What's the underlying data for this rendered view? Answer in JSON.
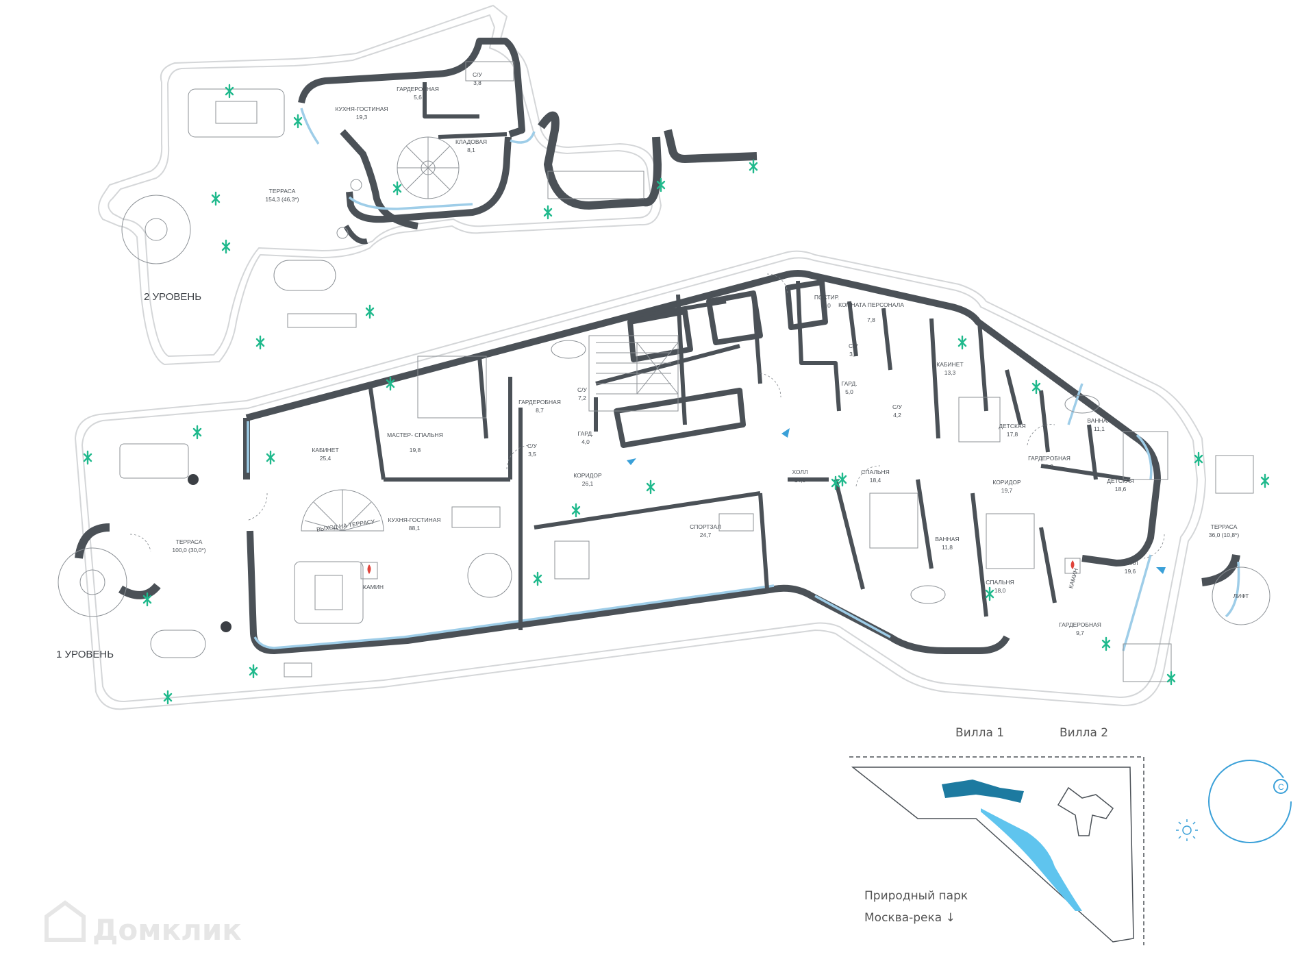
{
  "levels": {
    "level2": "2 УРОВЕНЬ",
    "level1": "1 УРОВЕНЬ"
  },
  "rooms_level2": [
    {
      "id": "kuhnya2",
      "name": "КУХНЯ-ГОСТИНАЯ",
      "area": "19,3"
    },
    {
      "id": "garderob2",
      "name": "ГАРДЕРОБНАЯ",
      "area": "5,6"
    },
    {
      "id": "su2",
      "name": "С/У",
      "area": "3,8"
    },
    {
      "id": "kladovaya2",
      "name": "КЛАДОВАЯ",
      "area": "8,1"
    },
    {
      "id": "terrasa2",
      "name": "ТЕРРАСА",
      "area": "154,3 (46,3*)"
    }
  ],
  "rooms_level1": [
    {
      "id": "terrasa1",
      "name": "ТЕРРАСА",
      "area": "100,0 (30,0*)"
    },
    {
      "id": "kabinet1",
      "name": "КАБИНЕТ",
      "area": "25,4"
    },
    {
      "id": "master",
      "name": "МАСТЕР-\nСПАЛЬНЯ",
      "area": "19,8"
    },
    {
      "id": "garderob_m",
      "name": "ГАРДЕРОБНАЯ",
      "area": "8,7"
    },
    {
      "id": "su_m",
      "name": "С/У",
      "area": "7,2"
    },
    {
      "id": "gard_s",
      "name": "ГАРД.",
      "area": "4,0"
    },
    {
      "id": "su_s",
      "name": "С/У",
      "area": "3,5"
    },
    {
      "id": "koridor1",
      "name": "КОРИДОР",
      "area": "26,1"
    },
    {
      "id": "kuhnya1",
      "name": "КУХНЯ-ГОСТИНАЯ",
      "area": "88,1"
    },
    {
      "id": "sportzal",
      "name": "СПОРТЗАЛ",
      "area": "24,7"
    },
    {
      "id": "holl1",
      "name": "ХОЛЛ",
      "area": "14,0"
    },
    {
      "id": "postir",
      "name": "ПОСТИР.",
      "area": "7,0"
    },
    {
      "id": "personal",
      "name": "КОМНАТА\nПЕРСОНАЛА",
      "area": "7,8"
    },
    {
      "id": "su_p",
      "name": "С/У",
      "area": "3,1"
    },
    {
      "id": "gard_p",
      "name": "ГАРД.",
      "area": "5,0"
    },
    {
      "id": "su_p2",
      "name": "С/У",
      "area": "4,2"
    },
    {
      "id": "kabinet2",
      "name": "КАБИНЕТ",
      "area": "13,3"
    },
    {
      "id": "detskaya1",
      "name": "ДЕТСКАЯ",
      "area": "17,8"
    },
    {
      "id": "vannaya1",
      "name": "ВАННАЯ",
      "area": "11,1"
    },
    {
      "id": "garderob_d",
      "name": "ГАРДЕРОБНАЯ",
      "area": "8,9"
    },
    {
      "id": "detskaya2",
      "name": "ДЕТСКАЯ",
      "area": "18,6"
    },
    {
      "id": "spalnya1",
      "name": "СПАЛЬНЯ",
      "area": "18,4"
    },
    {
      "id": "koridor2",
      "name": "КОРИДОР",
      "area": "19,7"
    },
    {
      "id": "vannaya2",
      "name": "ВАННАЯ",
      "area": "11,8"
    },
    {
      "id": "spalnya2",
      "name": "СПАЛЬНЯ",
      "area": "18,0"
    },
    {
      "id": "holl2",
      "name": "ХОЛЛ",
      "area": "19,6"
    },
    {
      "id": "garderob_h",
      "name": "ГАРДЕРОБНАЯ",
      "area": "9,7"
    },
    {
      "id": "terrasa3",
      "name": "ТЕРРАСА",
      "area": "36,0 (10,8*)"
    }
  ],
  "labels": {
    "exit_terrace": "ВЫХОД НА ТЕРРАСУ",
    "kamin1": "КАМИН",
    "kamin2": "КАМИН",
    "lift": "ЛИФТ"
  },
  "legend": {
    "villa1": "Вилла 1",
    "villa2": "Вилла 2",
    "park_line1": "Природный парк",
    "park_line2": "Москва-река ↓",
    "north": "С"
  },
  "watermark": "Домклик",
  "colors": {
    "wall": "#4b5157",
    "glass": "#9ecde8",
    "plant": "#1fb98c",
    "accent": "#3aa0d8",
    "villa_fill": "#1d7aa0",
    "river": "#5fc4ee"
  }
}
